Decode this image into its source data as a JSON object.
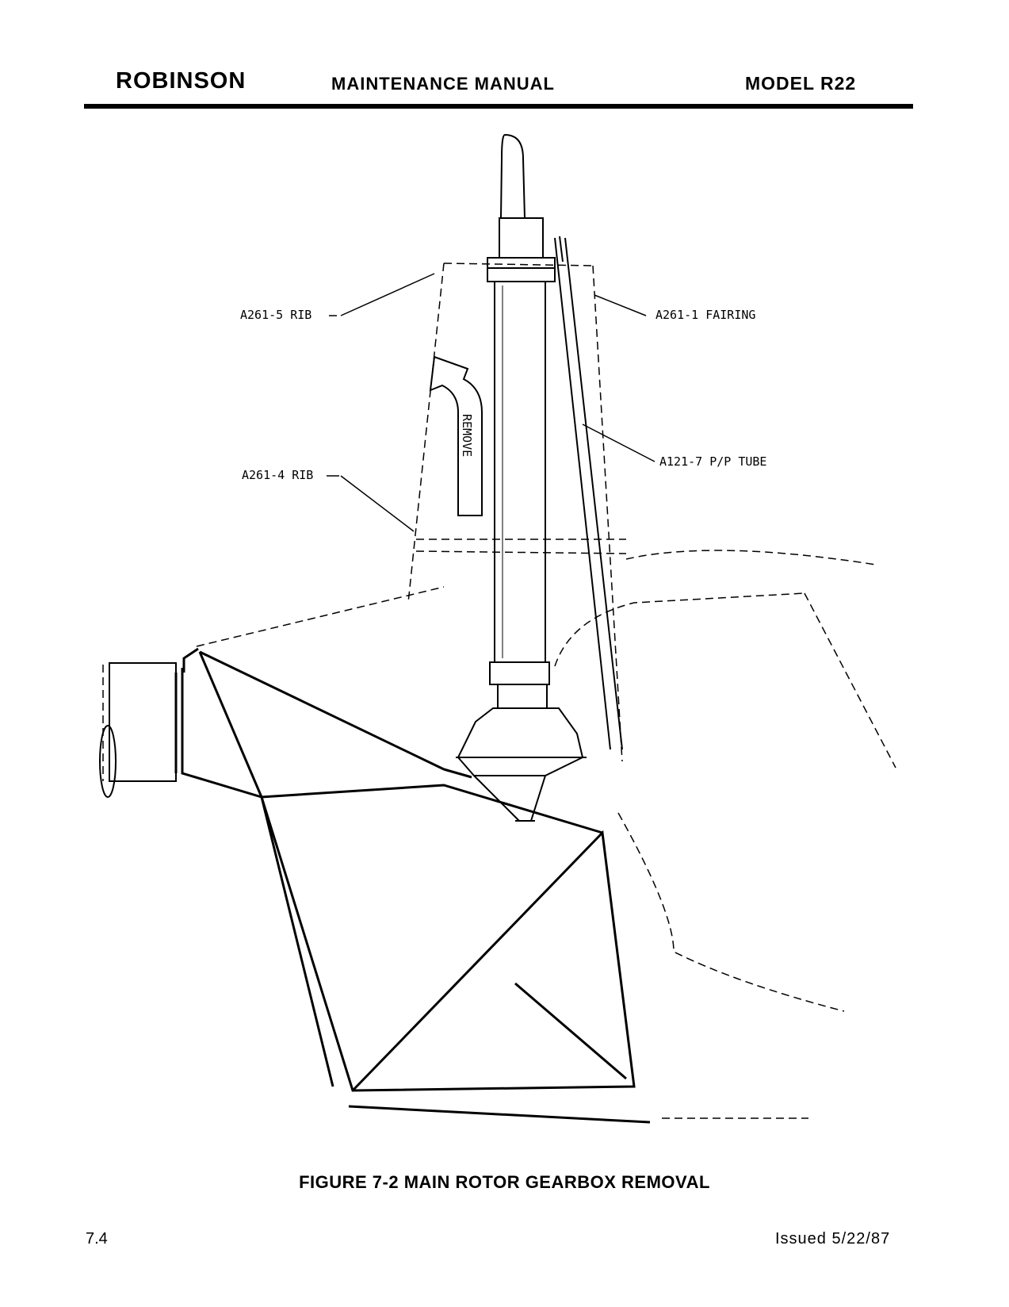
{
  "header": {
    "brand": "ROBINSON",
    "title": "MAINTENANCE MANUAL",
    "model": "MODEL R22"
  },
  "figure": {
    "callouts": {
      "rib5": "A261-5 RIB",
      "fairing": "A261-1 FAIRING",
      "rib4": "A261-4 RIB",
      "pp_tube": "A121-7 P/P TUBE"
    },
    "remove_label": "REMOVE",
    "caption": "FIGURE 7-2  MAIN ROTOR GEARBOX REMOVAL"
  },
  "footer": {
    "page_number": "7.4",
    "issued": "Issued 5/22/87"
  }
}
